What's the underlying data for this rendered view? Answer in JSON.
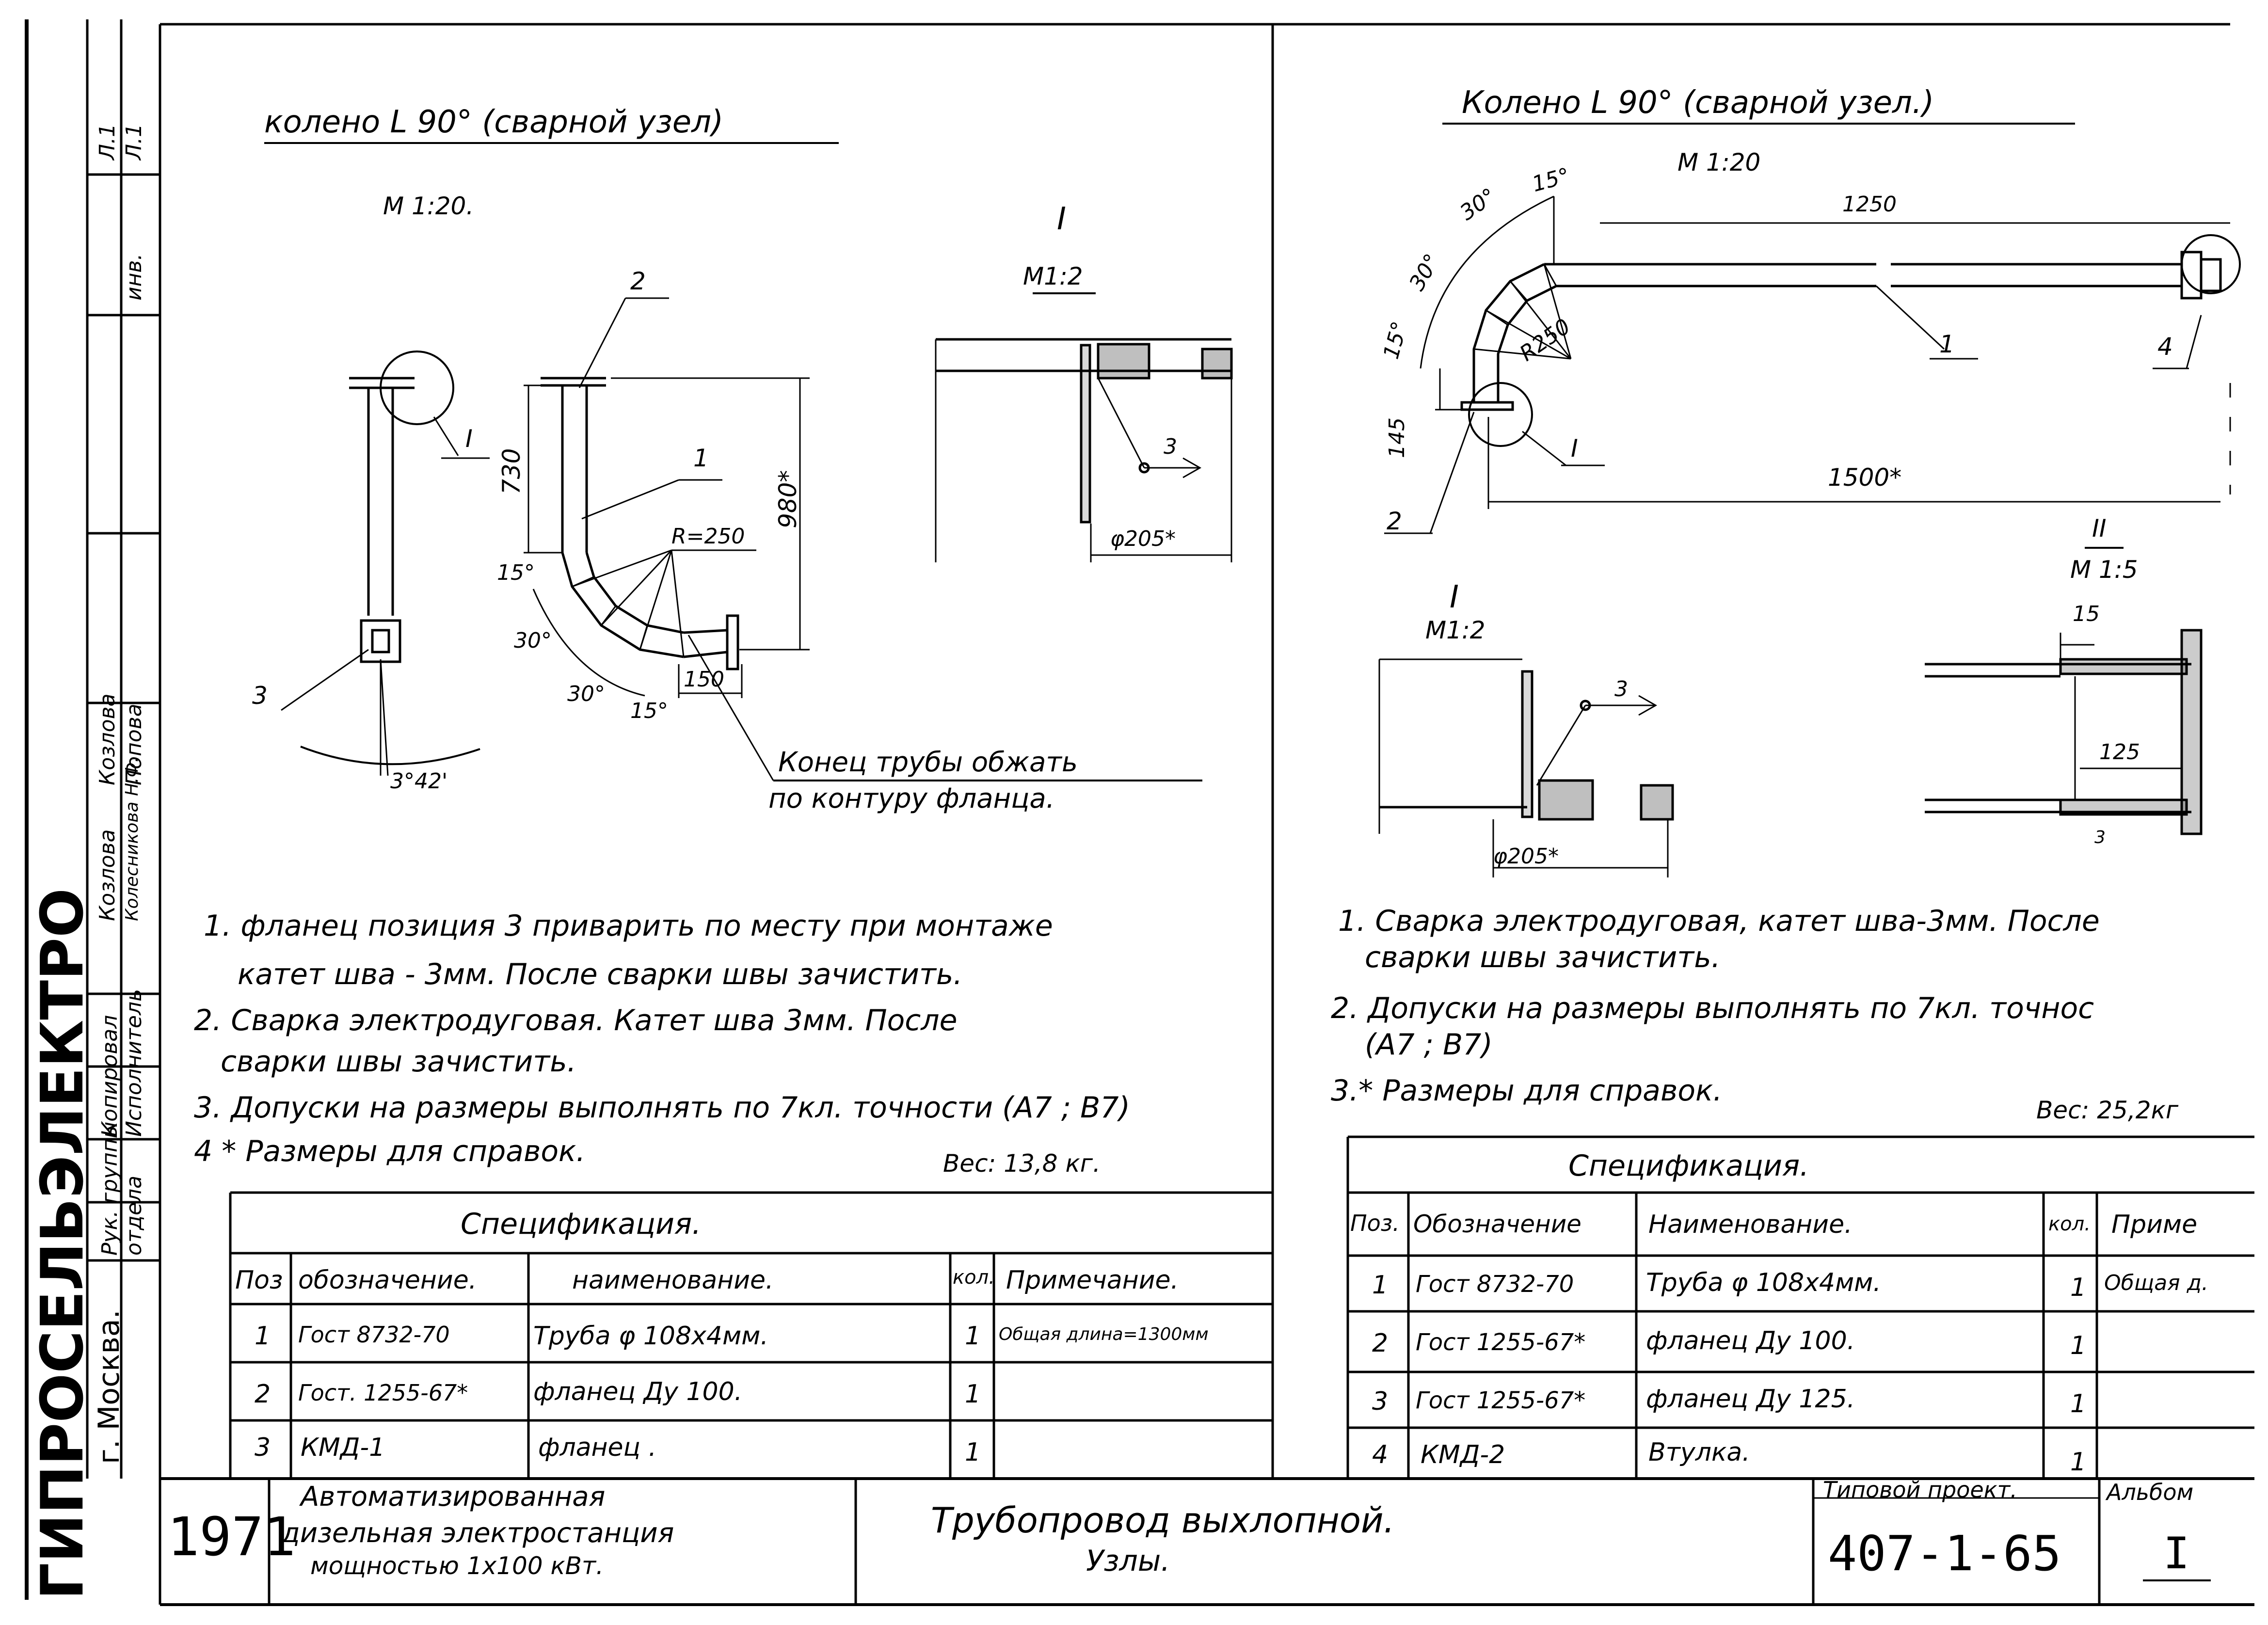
{
  "left": {
    "title": "колено L 90° (сварной узел)",
    "scale": "М 1:20.",
    "detail_mark": "I",
    "detail_scale": "М1:2",
    "dims": {
      "d730": "730",
      "d980": "980*",
      "r250": "R=250",
      "d15a": "15°",
      "d30a": "30°",
      "d30b": "30°",
      "d15b": "15°",
      "d150": "150",
      "d342": "3°42'",
      "phi205": "φ205*",
      "weld": "3"
    },
    "callouts": {
      "c1": "1",
      "c2": "2",
      "c3": "3",
      "cI": "I"
    },
    "crimp_note": [
      "Конец трубы обжать",
      "по контуру фланца."
    ],
    "notes": [
      "1. фланец позиция 3 приварить по месту при монтаже",
      "катет шва - 3мм. После сварки швы зачистить.",
      "2. Сварка электродуговая. Катет шва 3мм. После",
      "сварки швы зачистить.",
      "3. Допуски на размеры выполнять по 7кл. точности (А7 ; В7)",
      "4 * Размеры для справок."
    ],
    "weight": "Вес: 13,8 кг.",
    "spec": {
      "title": "Спецификация.",
      "headers": [
        "Поз",
        "обозначение.",
        "наименование.",
        "кол.",
        "Примечание."
      ],
      "rows": [
        [
          "1",
          "Гост 8732-70",
          "Труба φ 108х4мм.",
          "1",
          "Общая длина=1300мм"
        ],
        [
          "2",
          "Гост. 1255-67*",
          "фланец Ду 100.",
          "1",
          ""
        ],
        [
          "3",
          "КМД-1",
          "фланец .",
          "1",
          ""
        ]
      ]
    }
  },
  "right": {
    "title": "Колено L 90° (сварной узел.)",
    "scale": "М 1:20",
    "dims": {
      "d1250": "1250",
      "d1500": "1500*",
      "d145": "145",
      "r250": "R250",
      "a15a": "15°",
      "a30a": "30°",
      "a30b": "30°",
      "a15b": "15°",
      "phi205": "φ205*",
      "d15": "15",
      "d125": "125",
      "weld": "3",
      "weld2": "3"
    },
    "callouts": {
      "c1": "1",
      "c2": "2",
      "c4": "4",
      "cI": "I"
    },
    "detail1": {
      "mark": "I",
      "scale": "М1:2"
    },
    "detail2": {
      "mark": "II",
      "scale": "М 1:5"
    },
    "notes": [
      "1. Сварка электродуговая, катет шва-3мм. После",
      "сварки швы зачистить.",
      "2. Допуски на размеры выполнять по 7кл. точнос",
      "(А7 ; В7)",
      "3.* Размеры для справок."
    ],
    "weight": "Вес: 25,2кг",
    "spec": {
      "title": "Спецификация.",
      "headers": [
        "Поз.",
        "Обозначение",
        "Наименование.",
        "кол.",
        "Приме"
      ],
      "rows": [
        [
          "1",
          "Гост 8732-70",
          "Труба φ 108х4мм.",
          "1",
          "Общая д."
        ],
        [
          "2",
          "Гост 1255-67*",
          "фланец Ду 100.",
          "1",
          ""
        ],
        [
          "3",
          "Гост 1255-67*",
          "фланец Ду 125.",
          "1",
          ""
        ],
        [
          "4",
          "КМД-2",
          "Втулка.",
          "1",
          ""
        ]
      ]
    }
  },
  "title_block": {
    "year": "1971",
    "project_lines": [
      "Автоматизированная",
      "дизельная электростанция",
      "мощностью 1х100 кВт."
    ],
    "drawing_title": [
      "Трубопровод выхлопной.",
      "Узлы."
    ],
    "type_label": "Типовой проект.",
    "project_number": "407-1-65",
    "album_label": "Альбом",
    "album_number": "I"
  },
  "side_stamp": {
    "org": "ГИПРОСЕЛЬЭЛЕКТРО",
    "city": "г. Москва.",
    "roles": [
      "отдела",
      "Рук. группы",
      "Исполнитель",
      "Копировал"
    ],
    "names": [
      "Козлова",
      "Колесникова Н.Ф.",
      "Козлова",
      "Попова"
    ],
    "inv": "инв.",
    "sheet_a": "Л.1",
    "sheet_b": "Л.1"
  }
}
